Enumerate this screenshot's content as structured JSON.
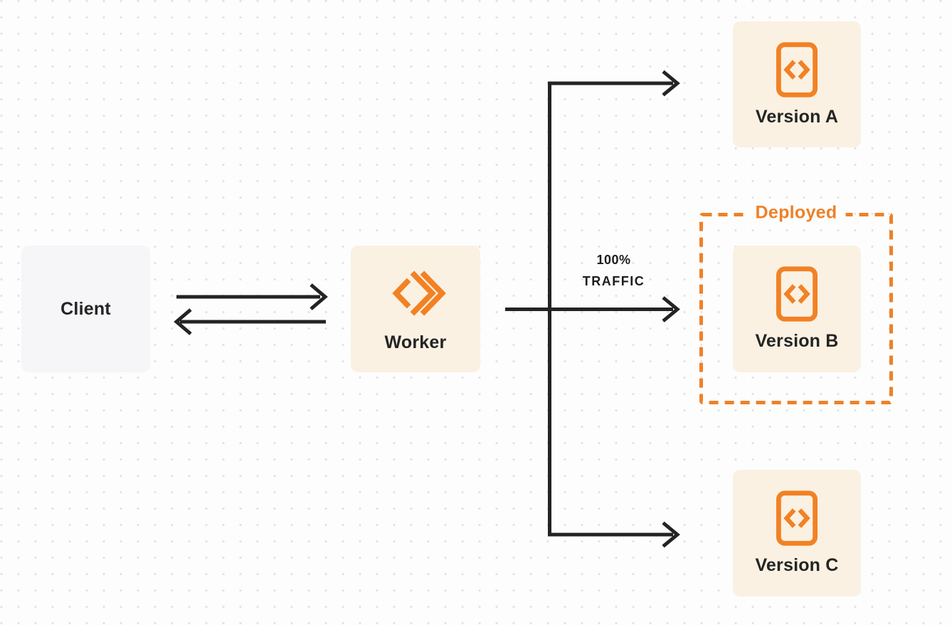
{
  "diagram": {
    "title": "worker-traffic-deployment-diagram",
    "background": {
      "color": "#FDFDFD",
      "dot_color": "#E3E3E6"
    },
    "colors": {
      "accent_orange": "#F28124",
      "deployed_orange": "#EE8128",
      "node_cream": "#FAF1E3",
      "node_gray": "#F6F6F8",
      "connector_dark": "#232323",
      "label_text": "#242424"
    },
    "nodes": {
      "client": {
        "label": "Client",
        "icon": null
      },
      "worker": {
        "label": "Worker",
        "icon": "cloudflare-workers-icon"
      },
      "version_a": {
        "label": "Version A",
        "icon": "code-document-icon"
      },
      "version_b": {
        "label": "Version B",
        "icon": "code-document-icon"
      },
      "version_c": {
        "label": "Version C",
        "icon": "code-document-icon"
      }
    },
    "deployed_region": {
      "label": "Deployed",
      "contains": "version_b"
    },
    "traffic_label": {
      "line1": "100%",
      "line2": "TRAFFIC",
      "attached_to": "worker-to-version-b-arrow"
    },
    "connectors": [
      {
        "name": "client-to-worker-arrow",
        "from": "client",
        "to": "worker",
        "direction": "right"
      },
      {
        "name": "worker-to-client-arrow",
        "from": "worker",
        "to": "client",
        "direction": "left"
      },
      {
        "name": "worker-to-version-b-arrow",
        "from": "worker",
        "to": "version_b",
        "label": "100% TRAFFIC"
      },
      {
        "name": "traffic-split-line",
        "type": "vertical-split"
      },
      {
        "name": "split-to-version-a-arrow",
        "from": "split",
        "to": "version_a"
      },
      {
        "name": "split-to-version-c-arrow",
        "from": "split",
        "to": "version_c"
      }
    ]
  }
}
